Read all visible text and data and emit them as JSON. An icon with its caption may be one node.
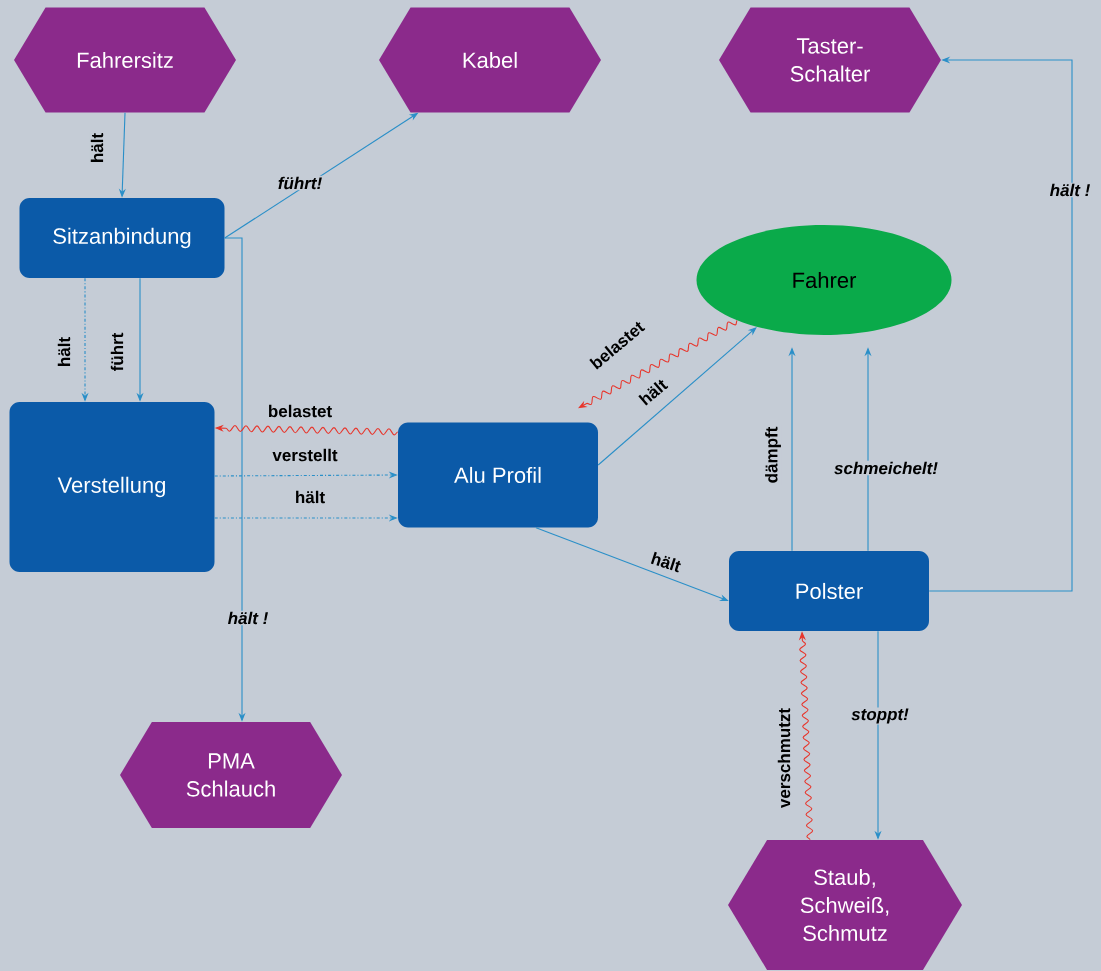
{
  "diagram": {
    "nodes": [
      {
        "text": [
          "Fahrersitz"
        ]
      },
      {
        "text": [
          "Kabel"
        ]
      },
      {
        "text": [
          "Taster- Schalter"
        ]
      },
      {
        "text": [
          "Sitzanbindung"
        ]
      },
      {
        "text": [
          "Fahrer"
        ]
      },
      {
        "text": [
          "Verstellung"
        ]
      },
      {
        "text": [
          "Alu Profil"
        ]
      },
      {
        "text": [
          "Polster"
        ]
      },
      {
        "text": [
          "PMA Schlauch"
        ]
      },
      {
        "text": [
          "Staub, Schweiß, Schmutz"
        ]
      }
    ],
    "edges": [
      {
        "from": 0,
        "to": 3,
        "arrow": "to",
        "label": "hält"
      },
      {
        "from": 3,
        "to": 1,
        "arrow": "to",
        "label": "führt!"
      },
      {
        "from": 3,
        "to": 5,
        "arrow": "to",
        "label": "hält",
        "style": "dashed"
      },
      {
        "from": 3,
        "to": 5,
        "arrow": "to",
        "label": "führt"
      },
      {
        "from": 3,
        "to": 8,
        "arrow": "to",
        "label": "hält !"
      },
      {
        "from": 6,
        "to": 5,
        "arrow": "to",
        "label": "belastet",
        "color": "#e8352b"
      },
      {
        "from": 5,
        "to": 6,
        "arrow": "to",
        "label": "verstellt",
        "style": "dashed"
      },
      {
        "from": 5,
        "to": 6,
        "arrow": "to",
        "label": "hält",
        "style": "dashed"
      },
      {
        "from": 4,
        "to": 6,
        "arrow": "to",
        "label": "belastet",
        "color": "#e8352b"
      },
      {
        "from": 6,
        "to": 4,
        "arrow": "to",
        "label": "hält"
      },
      {
        "from": 6,
        "to": 7,
        "arrow": "to",
        "label": "hält"
      },
      {
        "from": 7,
        "to": 4,
        "arrow": "to",
        "label": "dämpft"
      },
      {
        "from": 7,
        "to": 4,
        "arrow": "to",
        "label": "schmeichelt!"
      },
      {
        "from": 7,
        "to": 2,
        "arrow": "to",
        "label": "hält !"
      },
      {
        "from": 9,
        "to": 7,
        "arrow": "to",
        "label": "verschmutzt",
        "color": "#e8352b"
      },
      {
        "from": 7,
        "to": 9,
        "arrow": "to",
        "label": "stoppt!"
      }
    ]
  }
}
